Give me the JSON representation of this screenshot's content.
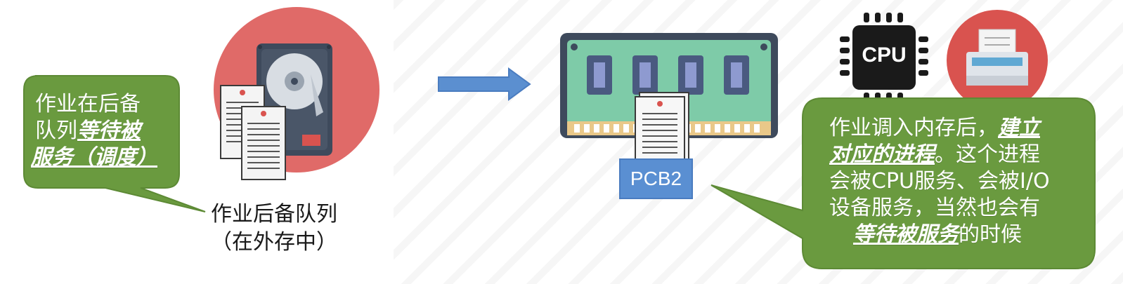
{
  "left_callout": {
    "line1": "作业在后备",
    "line2_prefix": "队列",
    "line2_emph": "等待被",
    "line3_emph": "服务（调度）"
  },
  "caption": {
    "line1": "作业后备队列",
    "line2": "（在外存中）"
  },
  "pcb_label": "PCB2",
  "cpu_label": "CPU",
  "right_callout": {
    "line1_prefix": "作业调入内存后，",
    "line1_emph": "建立",
    "line2_emph": "对应的进程",
    "line2_suffix": "。这个进程",
    "line3": "会被CPU服务、会被I/O",
    "line4": "设备服务，当然也会有",
    "line5_emph": "等待被服务",
    "line5_suffix": "的时候"
  },
  "colors": {
    "callout_green": "#6a9a3f",
    "arrow_blue": "#5b8fd0",
    "pcb_blue": "#5a8fd2",
    "disk_red": "#e06a68",
    "printer_red": "#d9534f"
  },
  "icons": [
    "hard-disk-icon",
    "document-icon",
    "arrow-right-icon",
    "memory-module-icon",
    "cpu-chip-icon",
    "printer-icon"
  ]
}
